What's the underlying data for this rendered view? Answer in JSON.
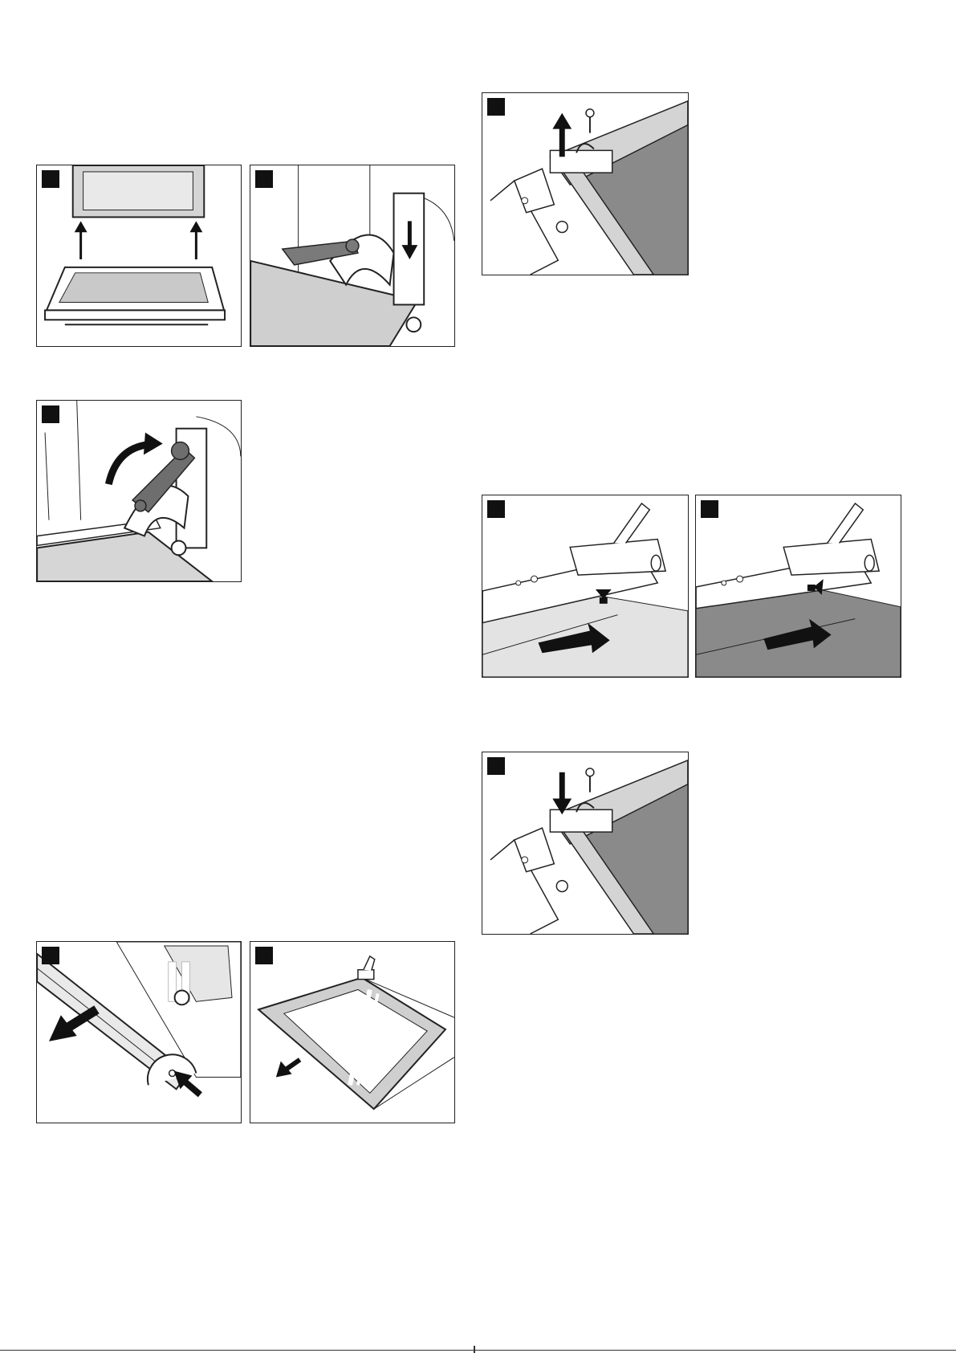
{
  "page": {
    "figures": [
      {
        "id": "fig-door-lift",
        "step_marker": ""
      },
      {
        "id": "fig-hinge-lock",
        "step_marker": ""
      },
      {
        "id": "fig-hinge-lever",
        "step_marker": ""
      },
      {
        "id": "fig-trim-remove",
        "step_marker": ""
      },
      {
        "id": "fig-glass-remove",
        "step_marker": ""
      },
      {
        "id": "fig-bracket-unscrew",
        "step_marker": ""
      },
      {
        "id": "fig-glass-insert-1",
        "step_marker": ""
      },
      {
        "id": "fig-glass-insert-2",
        "step_marker": ""
      },
      {
        "id": "fig-bracket-screw",
        "step_marker": ""
      }
    ],
    "colors": {
      "line": "#222222",
      "light_fill": "#d4d4d4",
      "mid_fill": "#a8a8a8",
      "dark_fill": "#8a8a8a",
      "lever": "#6e6e6e"
    },
    "icons": [
      "up-arrow-icon",
      "down-arrow-icon",
      "curved-arrow-icon",
      "push-arrow-icon",
      "screw-icon"
    ]
  }
}
